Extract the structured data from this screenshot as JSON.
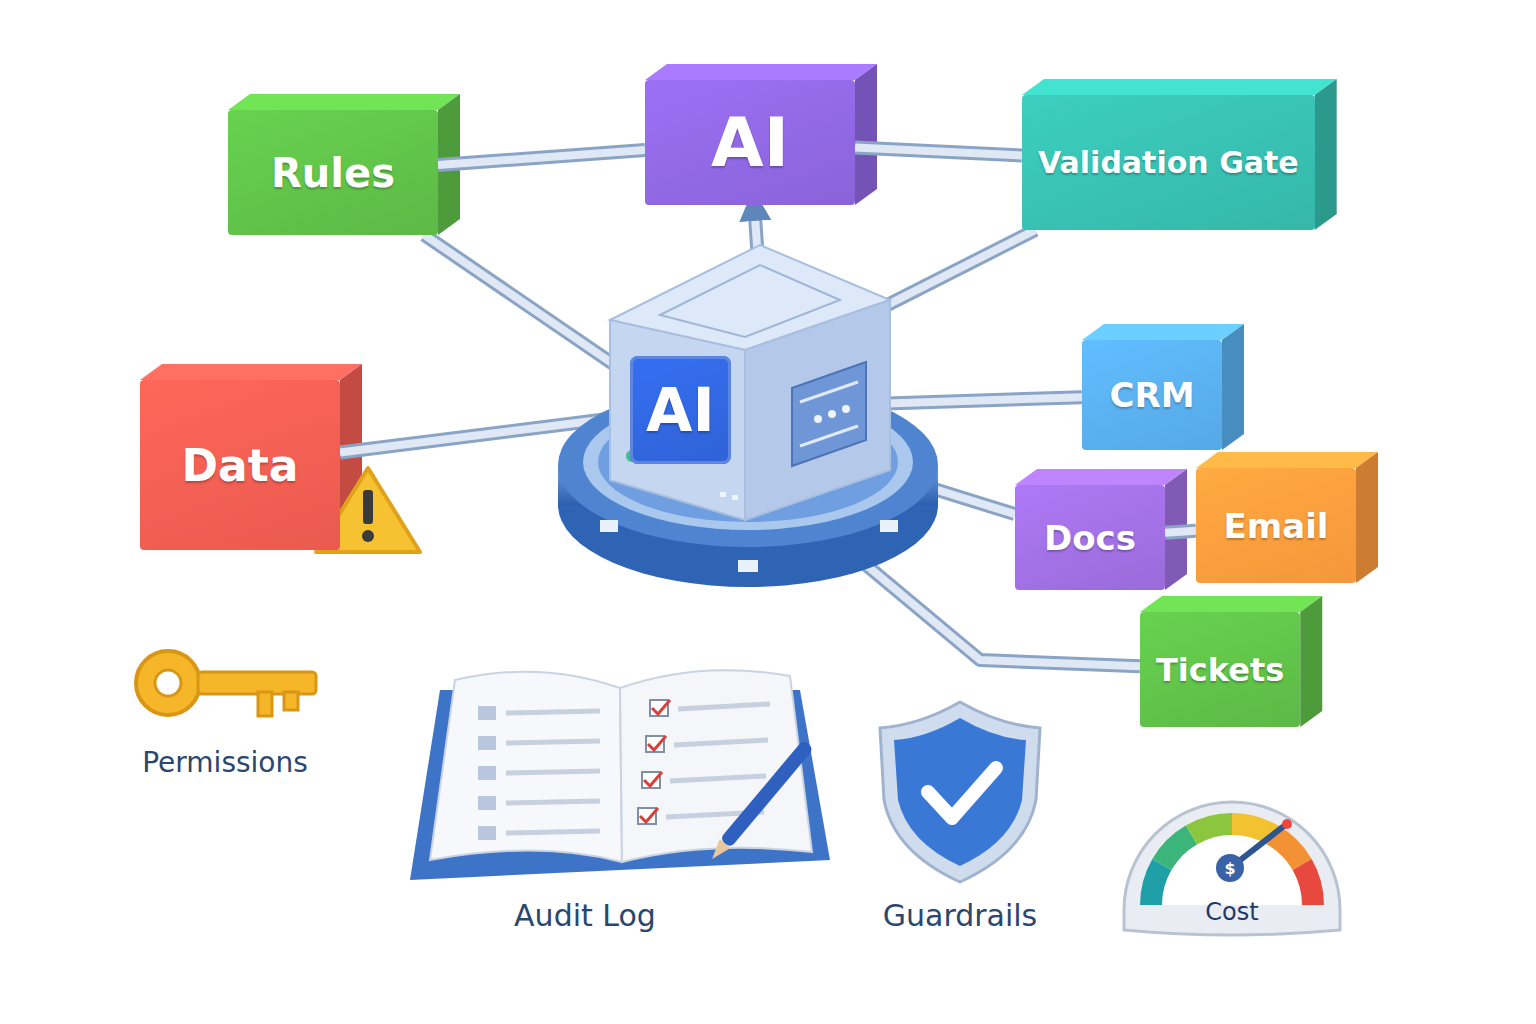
{
  "diagram": {
    "nodes": [
      {
        "text": [
          "Rules"
        ]
      },
      {
        "text": [
          "AI"
        ]
      },
      {
        "text": [
          "Validation Gate"
        ]
      },
      {
        "text": [
          "AI"
        ]
      },
      {
        "text": [
          "Data"
        ]
      },
      {
        "text": [
          "CRM"
        ]
      },
      {
        "text": [
          "Docs"
        ]
      },
      {
        "text": [
          "Email"
        ]
      },
      {
        "text": [
          "Tickets"
        ]
      }
    ],
    "edges": [
      {
        "from": 0,
        "to": 1,
        "arrow": "none"
      },
      {
        "from": 1,
        "to": 2,
        "arrow": "none"
      },
      {
        "from": 0,
        "to": 3,
        "arrow": "none"
      },
      {
        "from": 2,
        "to": 3,
        "arrow": "none"
      },
      {
        "from": 3,
        "to": 1,
        "arrow": "to"
      },
      {
        "from": 4,
        "to": 3,
        "arrow": "none"
      },
      {
        "from": 3,
        "to": 5,
        "arrow": "none"
      },
      {
        "from": 3,
        "to": 6,
        "arrow": "none"
      },
      {
        "from": 6,
        "to": 7,
        "arrow": "none"
      },
      {
        "from": 3,
        "to": 8,
        "arrow": "none"
      }
    ],
    "labels": [
      "Permissions",
      "Audit Log",
      "Guardrails",
      "Cost",
      "$"
    ]
  }
}
